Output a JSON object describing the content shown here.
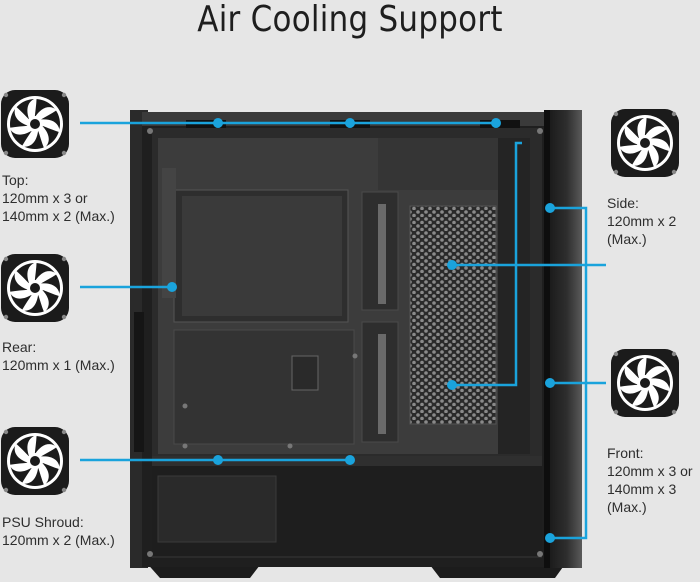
{
  "title": "Air Cooling Support",
  "labels": {
    "top": "Top:\n120mm x 3 or\n140mm x 2 (Max.)",
    "rear": "Rear:\n120mm x 1 (Max.)",
    "psu": "PSU Shroud:\n120mm x 2 (Max.)",
    "side": "Side:\n120mm x 2\n(Max.)",
    "front": "Front:\n120mm x 3 or\n140mm x 3\n(Max.)"
  },
  "colors": {
    "accent": "#1aa3dc",
    "background": "#e6e6e6",
    "case_dark": "#1b1b1b"
  },
  "icons": [
    "fan-icon-top",
    "fan-icon-rear",
    "fan-icon-psu",
    "fan-icon-side",
    "fan-icon-front"
  ]
}
